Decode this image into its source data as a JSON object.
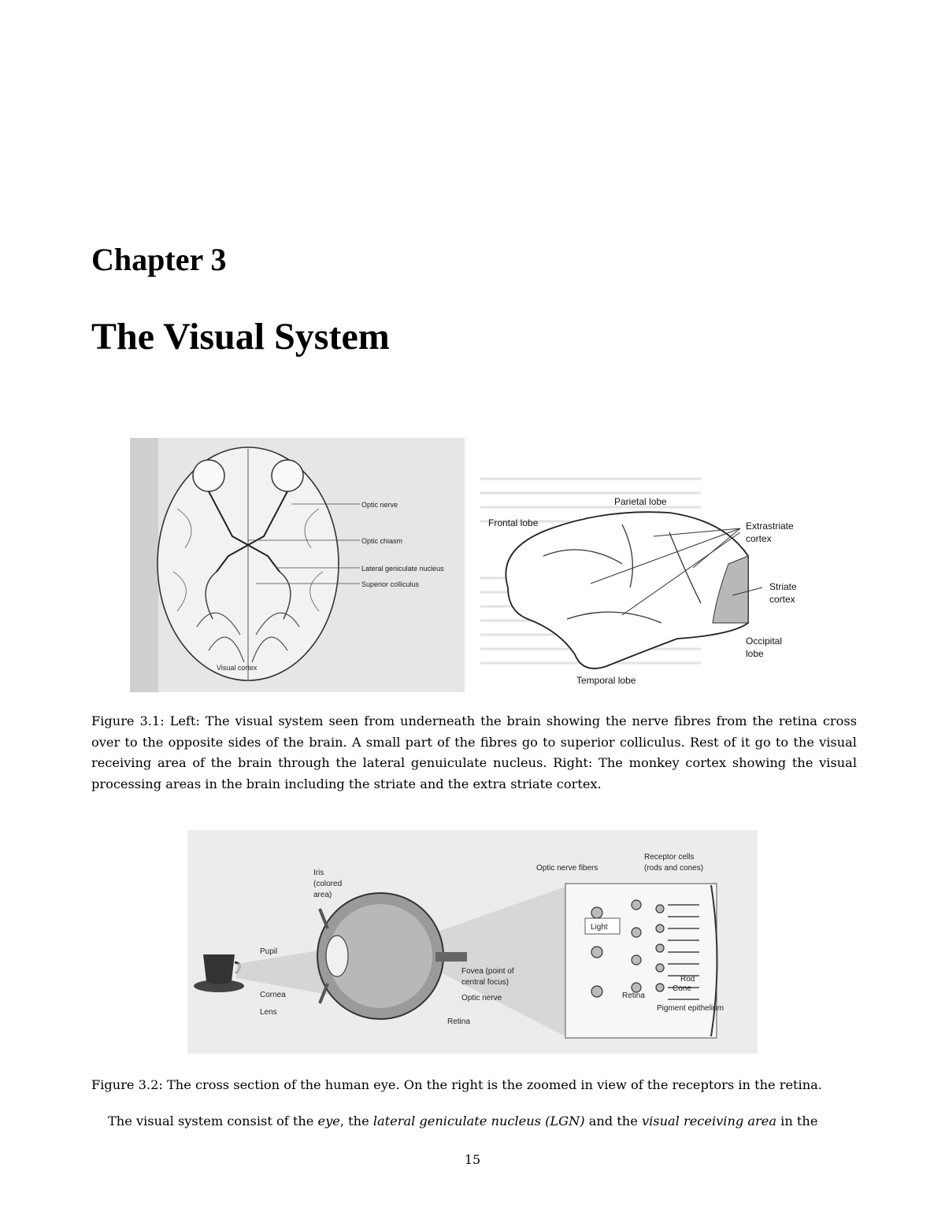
{
  "chapter": {
    "label": "Chapter 3",
    "title": "The Visual System"
  },
  "figure1": {
    "left_labels": {
      "optic_nerve": "Optic nerve",
      "optic_chiasm": "Optic chiasm",
      "lgn": "Lateral geniculate nucleus",
      "superior_colliculus": "Superior colliculus",
      "visual_cortex": "Visual cortex"
    },
    "right_labels": {
      "parietal": "Parietal lobe",
      "frontal": "Frontal lobe",
      "extrastriate_1": "Extrastriate",
      "extrastriate_2": "cortex",
      "striate_1": "Striate",
      "striate_2": "cortex",
      "occipital_1": "Occipital",
      "occipital_2": "lobe",
      "temporal": "Temporal lobe"
    },
    "caption": "Figure 3.1: Left: The visual system seen from underneath the brain showing the nerve fibres from the retina cross over to the opposite sides of the brain. A small part of the fibres go to superior colliculus. Rest of it go to the visual receiving area of the brain through the lateral genuiculate nucleus. Right: The monkey cortex showing the visual processing areas in the brain including the striate and the extra striate cortex."
  },
  "figure2": {
    "labels": {
      "iris_1": "Iris",
      "iris_2": "(colored",
      "iris_3": "area)",
      "pupil": "Pupil",
      "cornea": "Cornea",
      "lens": "Lens",
      "optic_fibers": "Optic nerve fibers",
      "receptor_1": "Receptor cells",
      "receptor_2": "(rods and cones)",
      "light": "Light",
      "fovea_1": "Fovea (point of",
      "fovea_2": "central focus)",
      "optic_nerve": "Optic nerve",
      "retina": "Retina",
      "retina_zoom": "Retina",
      "rod": "Rod",
      "cone": "Cone",
      "pigment": "Pigment epithelium"
    },
    "caption": "Figure 3.2: The cross section of the human eye. On the right is the zoomed in view of the receptors in the retina."
  },
  "body": {
    "t1": "The visual system consist of the ",
    "eye": "eye",
    "t2": ", the ",
    "lgn": "lateral geniculate nucleus (LGN)",
    "t3": " and the ",
    "vra": "visual receiving area",
    "t4": " in the"
  },
  "page_number": "15"
}
